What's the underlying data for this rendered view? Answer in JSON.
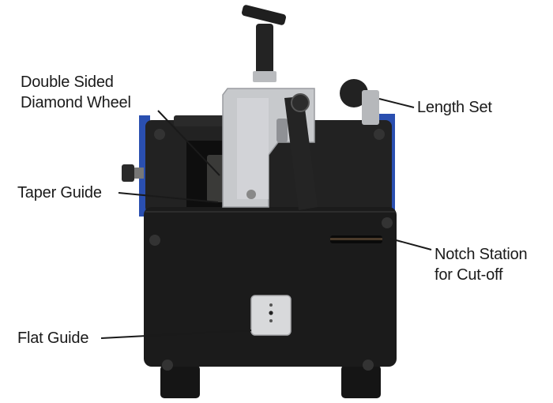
{
  "labels": {
    "wheel_line1": "Double Sided",
    "wheel_line2": "Diamond Wheel",
    "taper": "Taper Guide",
    "flat": "Flat Guide",
    "length": "Length Set",
    "notch_line1": "Notch Station",
    "notch_line2": "for Cut-off"
  },
  "colors": {
    "body": "#1b1b1b",
    "accent_blue": "#2a4fb0",
    "aluminum": "#c7c9cc",
    "label_text": "#1a1a1a"
  },
  "icons": {
    "handle": "lever-handle",
    "knob": "adjust-knob",
    "screw": "hex-screw"
  }
}
